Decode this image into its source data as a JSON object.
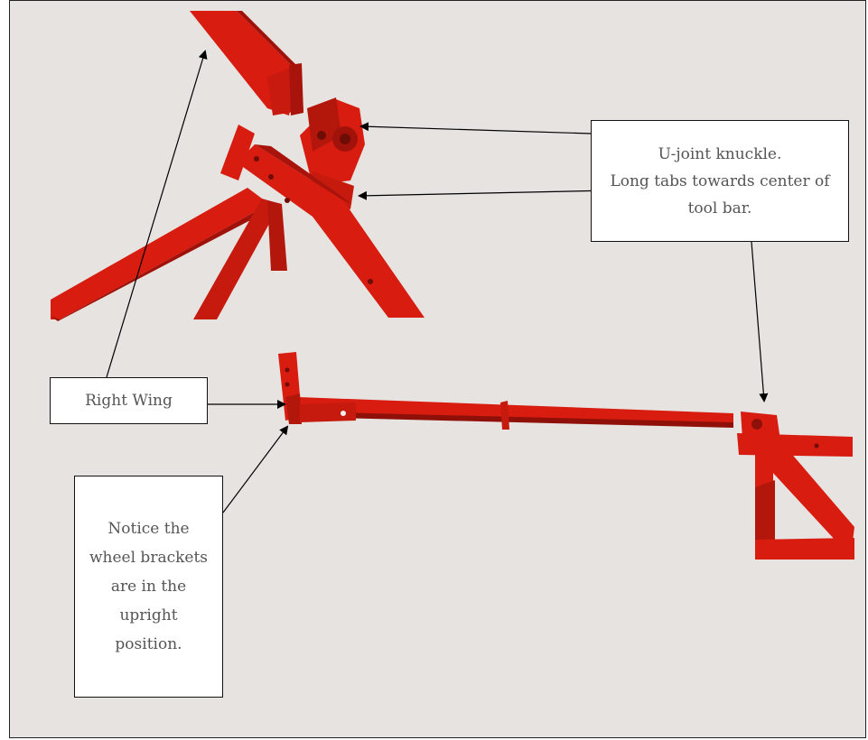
{
  "callouts": {
    "u_joint": "U-joint knuckle.\nLong tabs towards center of tool bar.",
    "right_wing": "Right Wing",
    "wheel_brackets": "Notice the wheel brackets are in the upright position."
  },
  "colors": {
    "background": "#e6e3e0",
    "frame_red": "#d81c10",
    "frame_dark": "#9e120a",
    "callout_text": "#555555",
    "arrow": "#000000"
  }
}
